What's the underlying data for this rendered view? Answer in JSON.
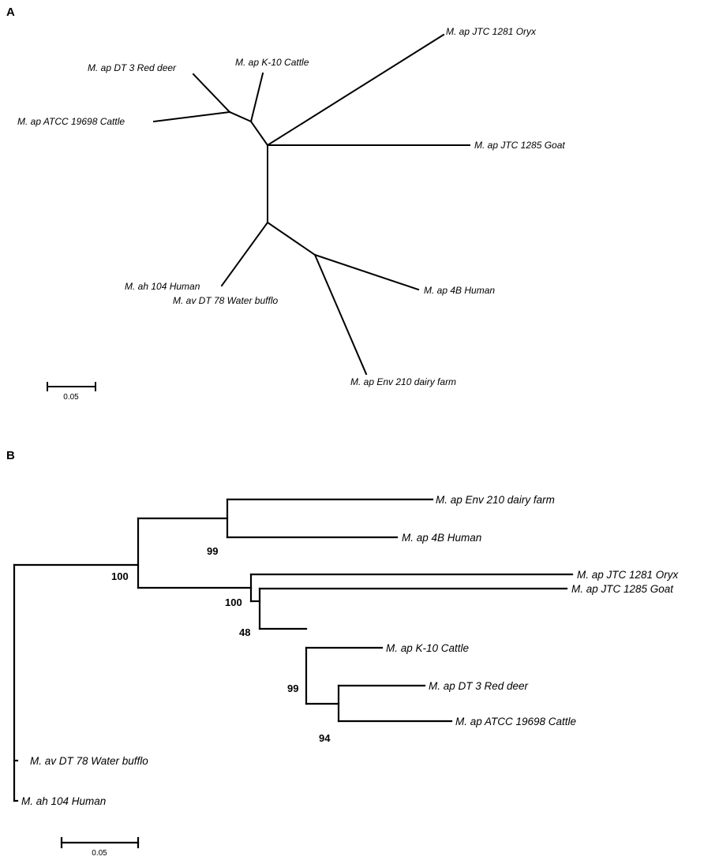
{
  "panel_a": {
    "label": "A",
    "tree_type": "unrooted",
    "taxa": {
      "oryx": "M. ap JTC 1281 Oryx",
      "k10": "M. ap K-10 Cattle",
      "reddeer": "M. ap DT 3 Red deer",
      "atcc": "M. ap ATCC 19698 Cattle",
      "goat": "M. ap JTC 1285 Goat",
      "ah104": "M. ah 104 Human",
      "avdt78": "M. av DT 78 Water bufflo",
      "ap4b": "M. ap 4B Human",
      "env210": "M. ap Env 210 dairy farm"
    },
    "scale_bar": {
      "value": 0.05,
      "label": "0.05"
    }
  },
  "panel_b": {
    "label": "B",
    "tree_type": "rooted rectangular",
    "taxa": {
      "env210": "M. ap Env 210 dairy farm",
      "ap4b": "M. ap 4B Human",
      "oryx": "M. ap JTC 1281 Oryx",
      "goat": "M. ap JTC 1285 Goat",
      "k10": "M. ap K-10 Cattle",
      "reddeer": "M. ap DT 3 Red deer",
      "atcc": "M. ap ATCC 19698 Cattle",
      "avdt78": "M. av DT 78 Water bufflo",
      "ah104": "M. ah 104 Human"
    },
    "bootstrap": {
      "env_4b": "99",
      "main_clade": "100",
      "oryx_goat_group": "100",
      "goat_group": "48",
      "k10_group": "99",
      "reddeer_atcc": "94"
    },
    "scale_bar": {
      "value": 0.05,
      "label": "0.05"
    }
  }
}
